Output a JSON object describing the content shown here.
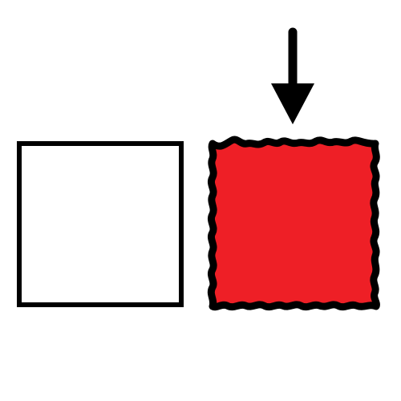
{
  "scene": {
    "background": "#ffffff",
    "outline_color": "#000000",
    "plain_square": {
      "fill": "#ffffff",
      "style": "straight-edged outline"
    },
    "rough_square": {
      "fill": "#ee1f26",
      "style": "crinkled wavy outline"
    },
    "pointer": {
      "icon": "down-arrow-icon",
      "color": "#000000",
      "points_to": "rough_square"
    }
  }
}
